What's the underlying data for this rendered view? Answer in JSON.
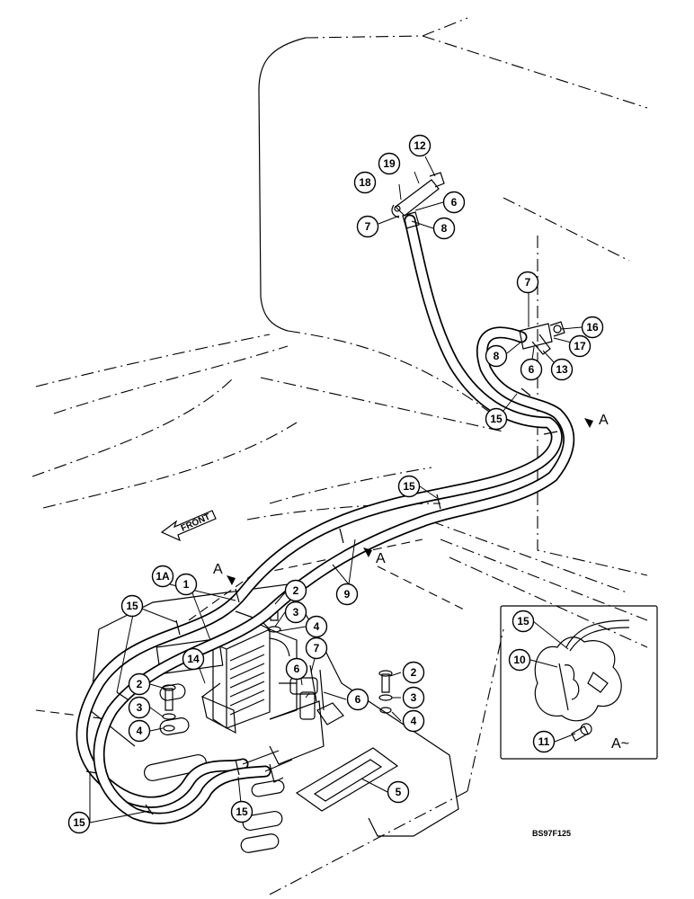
{
  "callouts": [
    "12",
    "19",
    "18",
    "6",
    "7",
    "8",
    "7",
    "16",
    "8",
    "17",
    "6",
    "13",
    "15",
    "15",
    "9",
    "1A",
    "1",
    "2",
    "3",
    "4",
    "7",
    "6",
    "6",
    "2",
    "3",
    "4",
    "2",
    "14",
    "3",
    "4",
    "5",
    "15",
    "15",
    "15",
    "15",
    "10",
    "11"
  ],
  "front_label": "FRONT",
  "view_marker": "A",
  "detail_view_label": "A~",
  "drawing_code": "BS97F125"
}
